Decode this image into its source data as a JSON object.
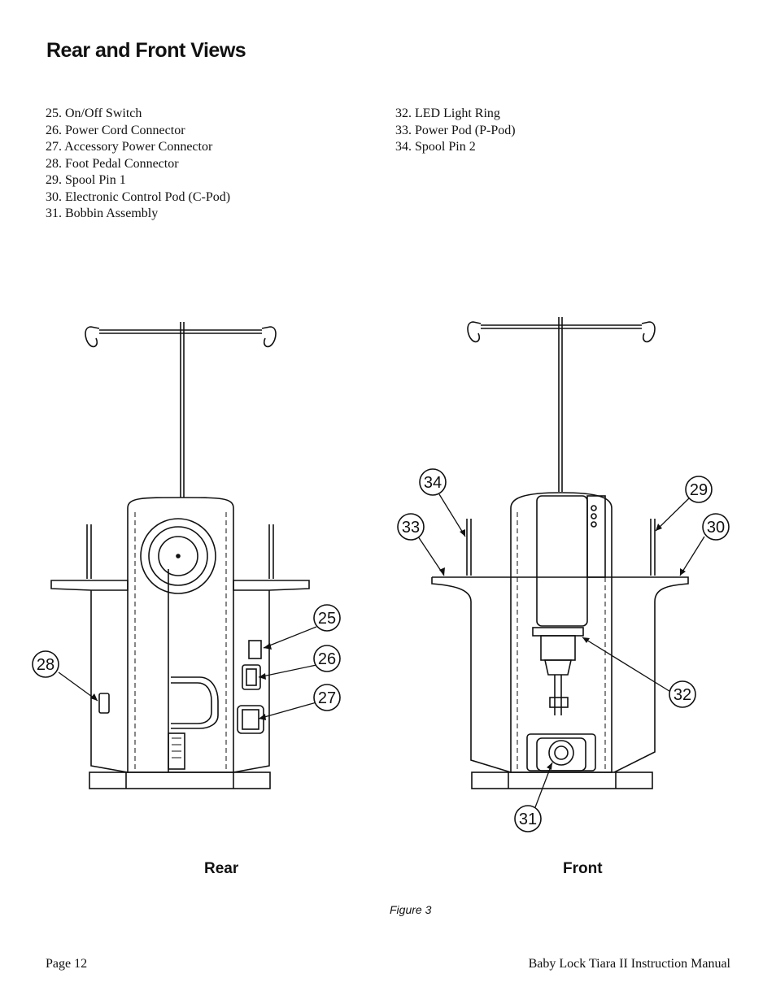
{
  "page_title": "Rear and Front Views",
  "parts_left": [
    "25. On/Off Switch",
    "26. Power Cord Connector",
    "27. Accessory Power Connector",
    "28. Foot Pedal Connector",
    "29. Spool Pin 1",
    "30. Electronic Control Pod (C-Pod)",
    "31. Bobbin Assembly"
  ],
  "parts_right": [
    "32. LED Light Ring",
    "33. Power Pod (P-Pod)",
    "34. Spool Pin 2"
  ],
  "callouts": {
    "c25": "25",
    "c26": "26",
    "c27": "27",
    "c28": "28",
    "c29": "29",
    "c30": "30",
    "c31": "31",
    "c32": "32",
    "c33": "33",
    "c34": "34"
  },
  "view_labels": {
    "rear": "Rear",
    "front": "Front"
  },
  "figure_caption": "Figure 3",
  "footer": {
    "page": "Page 12",
    "manual": "Baby Lock Tiara II Instruction Manual"
  }
}
